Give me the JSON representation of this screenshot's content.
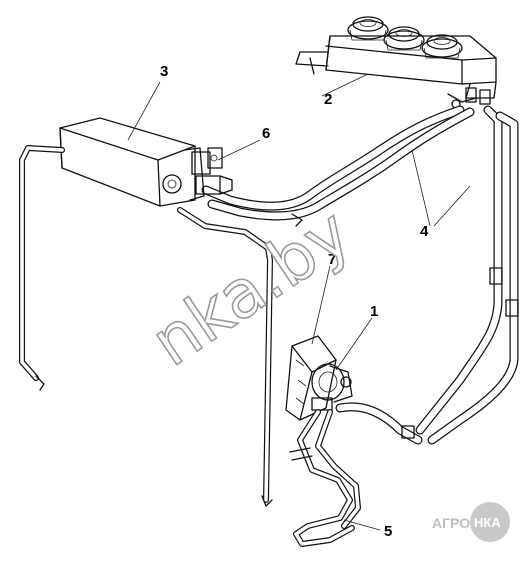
{
  "callouts": [
    {
      "id": "1",
      "text": "1"
    },
    {
      "id": "2",
      "text": "2"
    },
    {
      "id": "3",
      "text": "3"
    },
    {
      "id": "4",
      "text": "4"
    },
    {
      "id": "5",
      "text": "5"
    },
    {
      "id": "6",
      "text": "6"
    },
    {
      "id": "7",
      "text": "7"
    }
  ],
  "watermark": {
    "text": "nka.by"
  },
  "logo": {
    "left": "АГРО",
    "right": "НКА"
  },
  "colors": {
    "line": "#111111",
    "watermark_outline": "#9a9a9a",
    "logo_circle": "#c9c9c9"
  }
}
